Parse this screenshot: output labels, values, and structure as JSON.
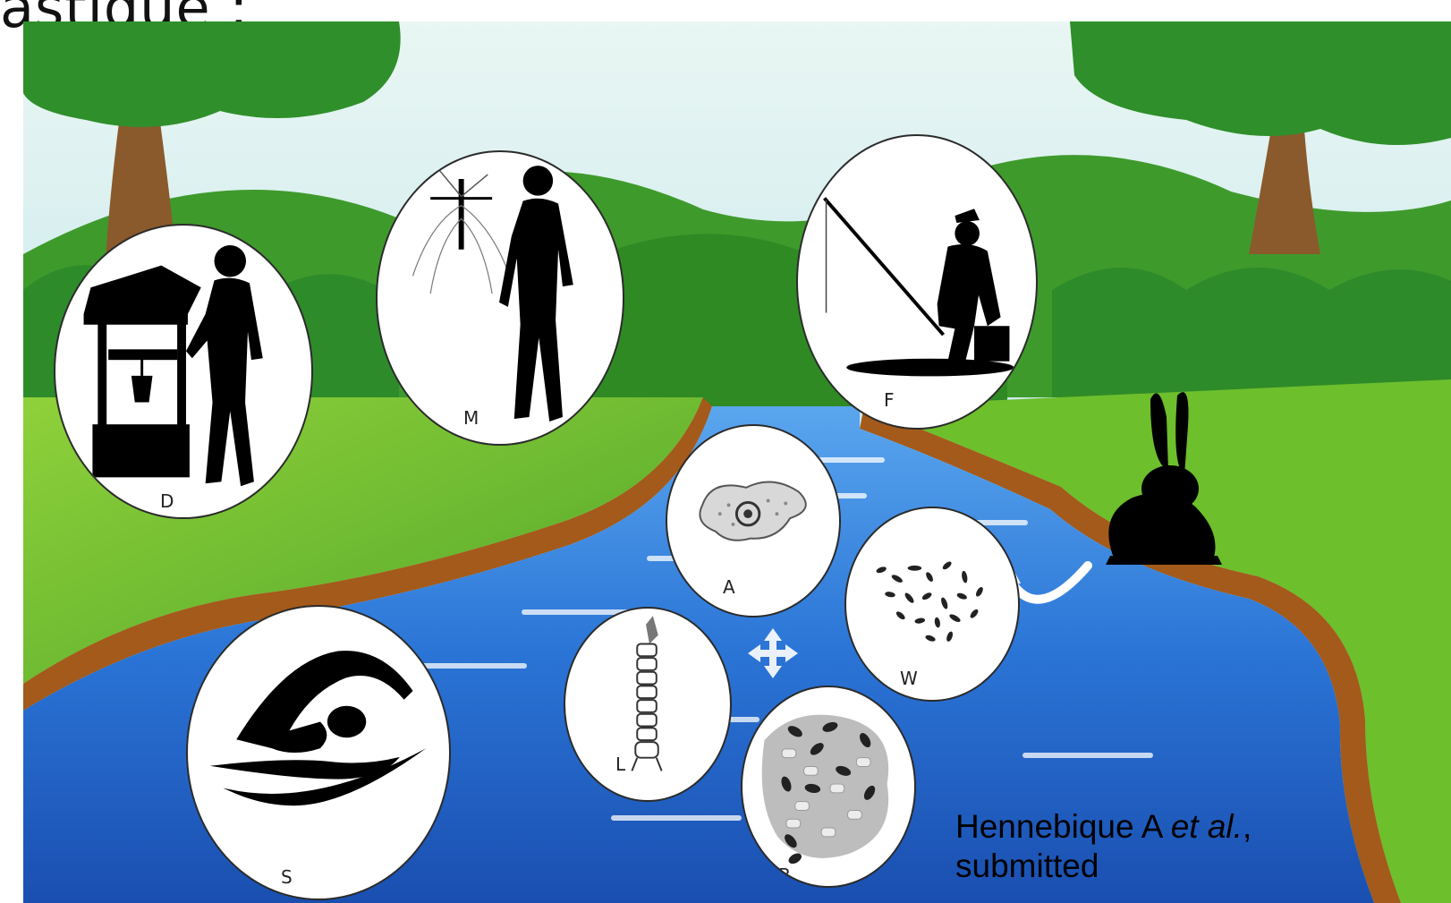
{
  "title_fragment": "astique :",
  "citation": {
    "author": "Hennebique A ",
    "etal": "et al.",
    "suffix": ",",
    "line2": "submitted"
  },
  "bubbles": {
    "well": "D",
    "mosquito": "M",
    "fishing": "F",
    "amoeba": "A",
    "water_bacteria": "W",
    "larva": "L",
    "biofilm": "B",
    "swimming": "S"
  },
  "colors": {
    "sky": "#bfe6ef",
    "hill": "#3e9a2a",
    "grass": "#6dbf2c",
    "bank": "#a35a1a",
    "river": "#2a74d6",
    "silhouette": "#000000"
  }
}
